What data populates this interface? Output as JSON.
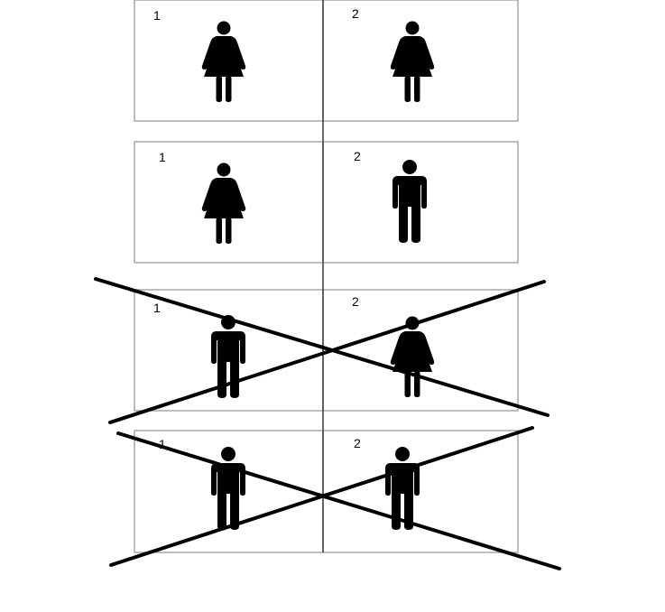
{
  "colors": {
    "figure": "#000000",
    "box_border": "#9a9a9a",
    "divider": "#444444",
    "cross": "#000000"
  },
  "rows": [
    {
      "crossed": false,
      "cells": [
        {
          "label": "1",
          "figure": "female-icon"
        },
        {
          "label": "2",
          "figure": "female-icon"
        }
      ]
    },
    {
      "crossed": false,
      "cells": [
        {
          "label": "1",
          "figure": "female-icon"
        },
        {
          "label": "2",
          "figure": "male-icon"
        }
      ]
    },
    {
      "crossed": true,
      "cells": [
        {
          "label": "1",
          "figure": "male-icon"
        },
        {
          "label": "2",
          "figure": "female-icon"
        }
      ]
    },
    {
      "crossed": true,
      "cells": [
        {
          "label": "1",
          "figure": "male-icon"
        },
        {
          "label": "2",
          "figure": "male-icon"
        }
      ]
    }
  ]
}
